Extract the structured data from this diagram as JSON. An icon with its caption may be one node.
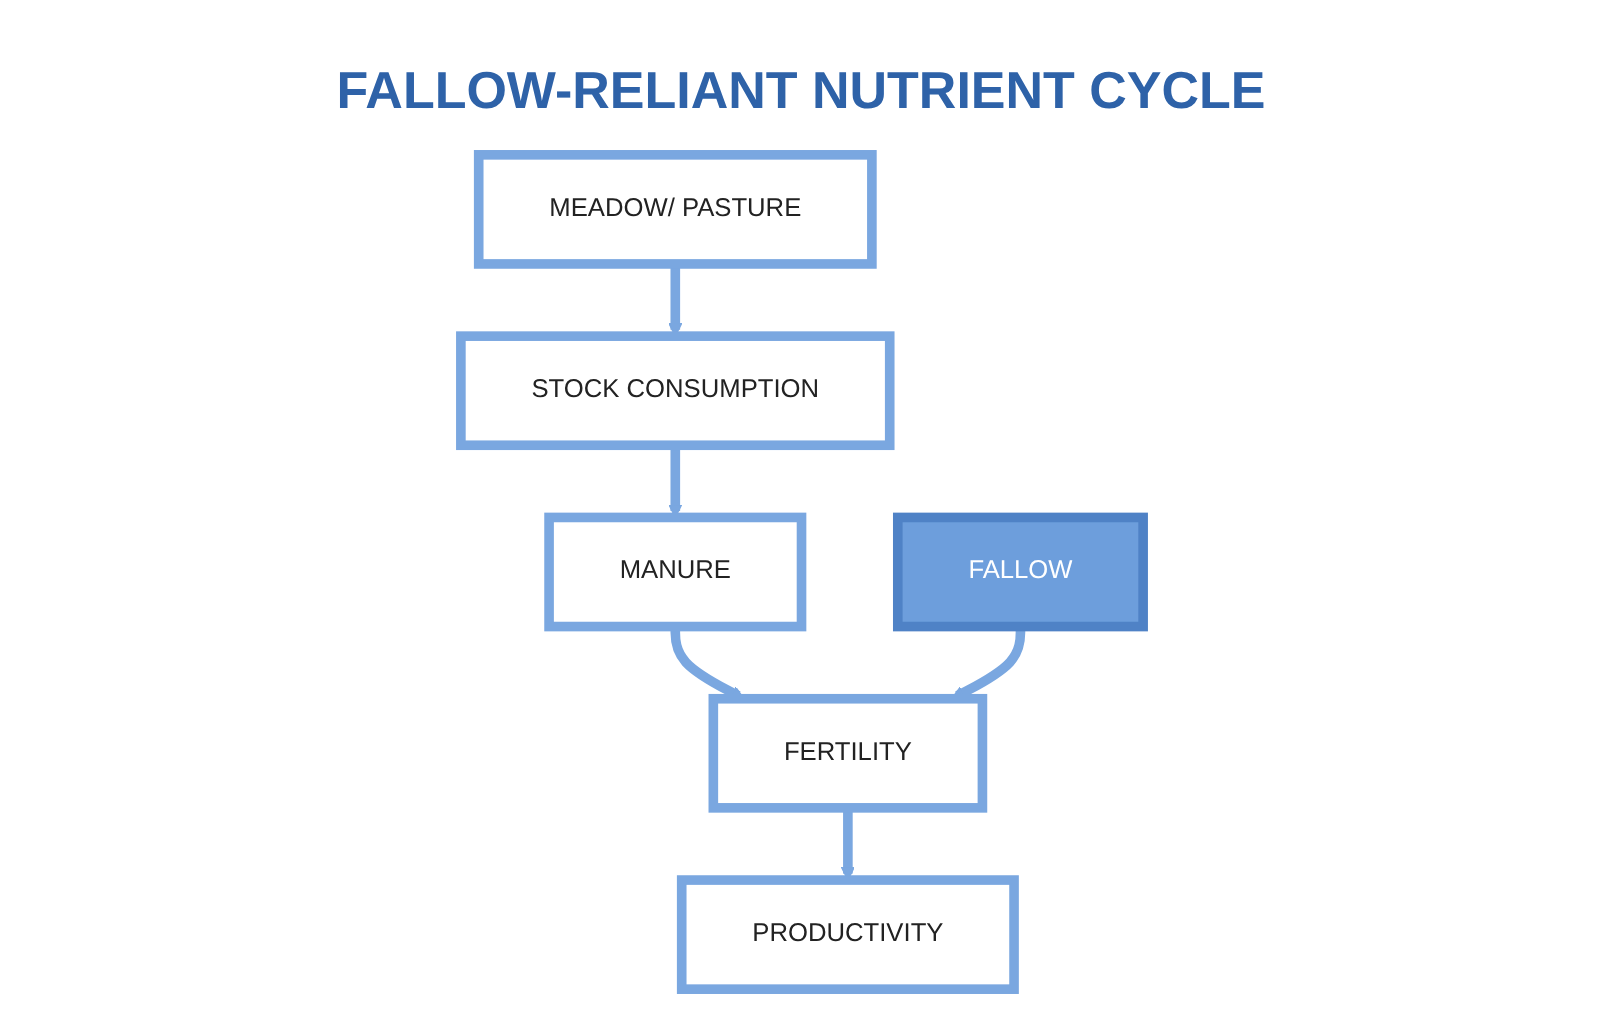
{
  "diagram": {
    "title": "FALLOW-RELIANT NUTRIENT CYCLE",
    "nodes": [
      {
        "text": [
          "MANURE"
        ]
      },
      {
        "text": [
          "STOCK CONSUMPTION"
        ]
      },
      {
        "text": [
          "MEADOW/ PASTURE"
        ]
      },
      {
        "text": [
          "FERTILITY"
        ]
      },
      {
        "text": [
          "FALLOW"
        ]
      },
      {
        "text": [
          "PRODUCTIVITY"
        ]
      }
    ],
    "edges": [
      {
        "from": 2,
        "to": 1,
        "arrow": "to"
      },
      {
        "from": 1,
        "to": 0,
        "arrow": "to"
      },
      {
        "from": 0,
        "to": 3,
        "arrow": "to"
      },
      {
        "from": 4,
        "to": 3,
        "arrow": "to"
      },
      {
        "from": 3,
        "to": 5,
        "arrow": "to"
      }
    ]
  }
}
